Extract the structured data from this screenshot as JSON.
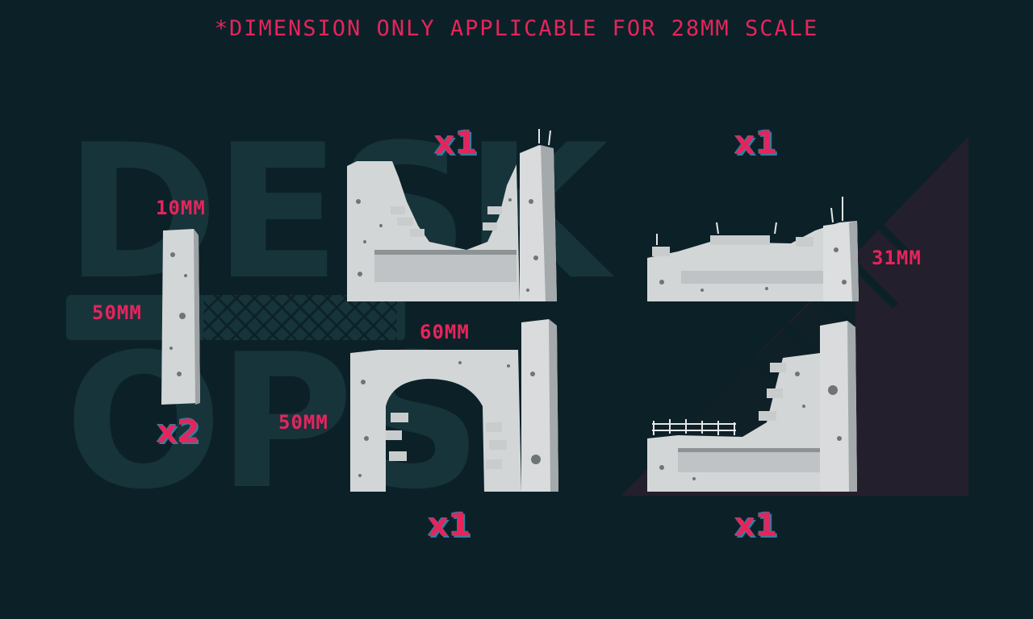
{
  "header": {
    "notice": "*DIMENSION ONLY APPLICABLE FOR 28MM SCALE"
  },
  "watermark": {
    "line1": "DESK",
    "line2": "OPS"
  },
  "pieces": {
    "pillar": {
      "width_label": "10MM",
      "height_label": "50MM",
      "quantity": "x2"
    },
    "u_wall": {
      "quantity": "x1"
    },
    "low_wall": {
      "quantity": "x1",
      "height_label": "31MM"
    },
    "arch_wall": {
      "width_label": "60MM",
      "height_label": "50MM",
      "quantity": "x1"
    },
    "corner_wall": {
      "quantity": "x1"
    }
  },
  "colors": {
    "background": "#0c2127",
    "accent": "#e6245c",
    "quantity_outline": "#2f7fa0",
    "watermark": "#17343b",
    "concrete": "#d9dbdc"
  }
}
